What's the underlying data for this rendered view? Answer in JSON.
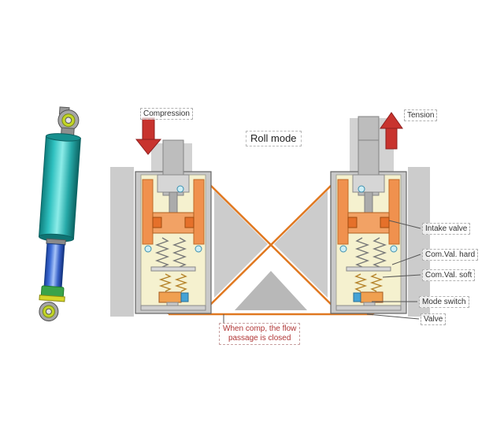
{
  "title": "Roll mode",
  "arrows": {
    "compression": "Compression",
    "tension": "Tension"
  },
  "component_labels": {
    "intake_valve": "Intake valve",
    "com_val_hard": "Com.Val. hard",
    "com_val_soft": "Com.Val. soft",
    "mode_switch": "Mode switch",
    "valve": "Valve"
  },
  "note": {
    "line1": "When comp, the flow",
    "line2": "passage is closed"
  },
  "colors": {
    "arrow_red": "#c43030",
    "pipe_orange": "#e07820",
    "damper_body_cream": "#f5f1cf",
    "damper_orange": "#f0914e",
    "valve_blue": "#cdeef5",
    "mode_switch_blue": "#45a3d6",
    "shock_teal": "#2fc0bf",
    "shock_blue": "#3f6fd8",
    "eyelet_green": "#c3d626",
    "background_gray": "#cccccc"
  }
}
